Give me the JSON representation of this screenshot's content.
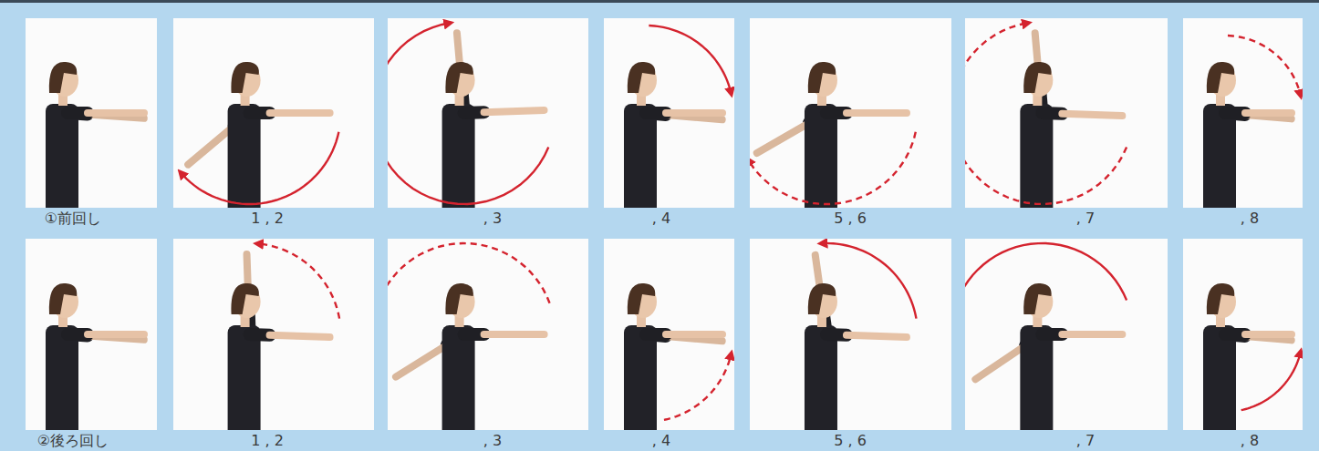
{
  "diagram": {
    "labels": [
      "①前回し",
      "1 , 2",
      ", 3",
      ", 4",
      "5 , 6",
      ", 7",
      ", 8",
      "②後ろ回し",
      "1 , 2",
      ", 3",
      ", 4",
      "5 , 6",
      ", 7",
      ", 8"
    ]
  }
}
